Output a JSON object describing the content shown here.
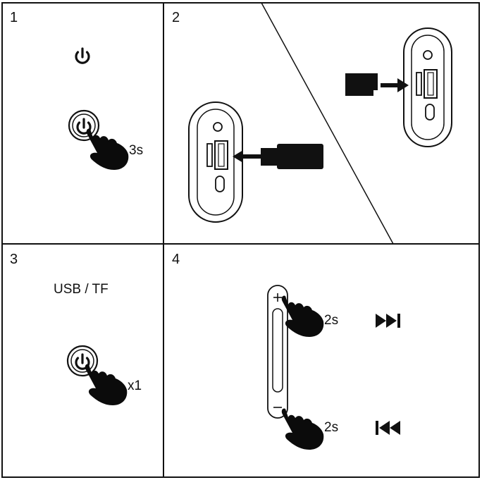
{
  "panels": [
    {
      "number": "1",
      "press_duration": "3s",
      "icons": [
        "power-icon",
        "power-button-icon",
        "hand-press-icon"
      ]
    },
    {
      "number": "2",
      "icons": [
        "tf-card-icon",
        "usb-drive-icon",
        "device-port-panel-icon",
        "arrow-right-icon",
        "arrow-left-icon"
      ]
    },
    {
      "number": "3",
      "mode_label": "USB / TF",
      "press_count": "x1",
      "icons": [
        "power-button-icon",
        "hand-press-icon"
      ]
    },
    {
      "number": "4",
      "plus_press_duration": "2s",
      "minus_press_duration": "2s",
      "icons": [
        "volume-rocker-icon",
        "hand-press-icon",
        "next-track-icon",
        "previous-track-icon"
      ]
    }
  ],
  "colors": {
    "line": "#111111",
    "background": "#ffffff"
  }
}
